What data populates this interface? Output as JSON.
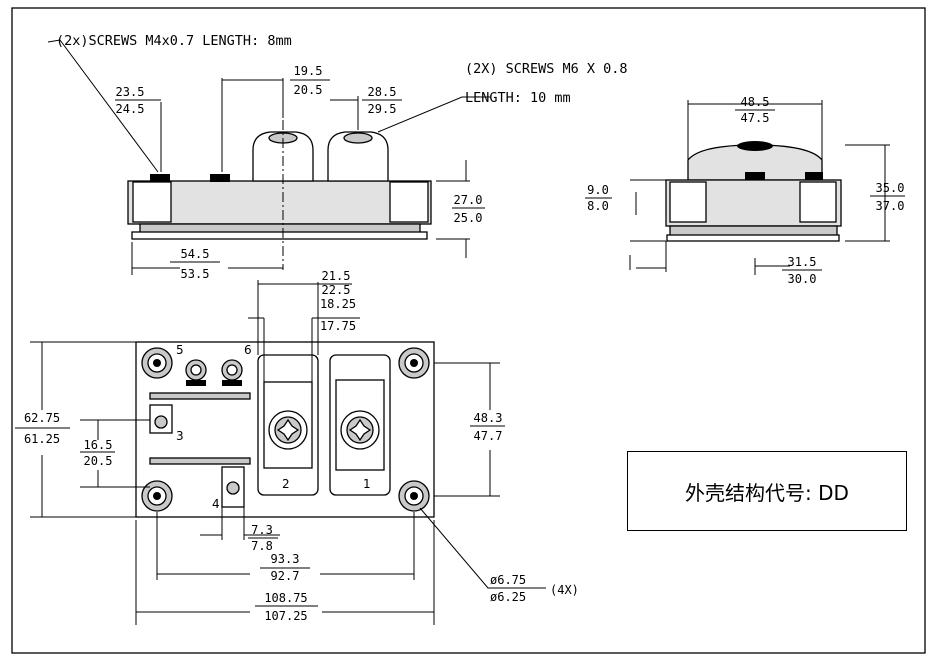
{
  "notes": {
    "screws_m4": "(2x)SCREWS M4x0.7 LENGTH: 8mm",
    "screws_m6_line1": "(2X) SCREWS M6 X 0.8",
    "screws_m6_line2": "LENGTH: 10 mm",
    "hole_qty": "(4X)"
  },
  "side_view": {
    "d_23_5": "23.5",
    "d_24_5": "24.5",
    "d_19_5": "19.5",
    "d_20_5": "20.5",
    "d_28_5": "28.5",
    "d_29_5": "29.5",
    "d_27_0": "27.0",
    "d_25_0": "25.0",
    "d_54_5": "54.5",
    "d_53_5": "53.5"
  },
  "end_view": {
    "d_48_5": "48.5",
    "d_47_5": "47.5",
    "d_9_0": "9.0",
    "d_8_0": "8.0",
    "d_35_0": "35.0",
    "d_37_0": "37.0",
    "d_31_5": "31.5",
    "d_30_0": "30.0"
  },
  "top_view": {
    "d_21_5": "21.5",
    "d_22_5": "22.5",
    "d_18_25": "18.25",
    "d_17_75": "17.75",
    "d_62_75": "62.75",
    "d_61_25": "61.25",
    "d_16_5": "16.5",
    "d_20_5": "20.5",
    "d_48_3": "48.3",
    "d_47_7": "47.7",
    "d_7_3": "7.3",
    "d_7_8": "7.8",
    "d_93_3": "93.3",
    "d_92_7": "92.7",
    "d_108_75": "108.75",
    "d_107_25": "107.25",
    "d_dia_6_75": "ø6.75",
    "d_dia_6_25": "ø6.25",
    "pins": [
      "1",
      "2",
      "3",
      "4",
      "5",
      "6"
    ]
  },
  "case_code": "外壳结构代号:  DD"
}
